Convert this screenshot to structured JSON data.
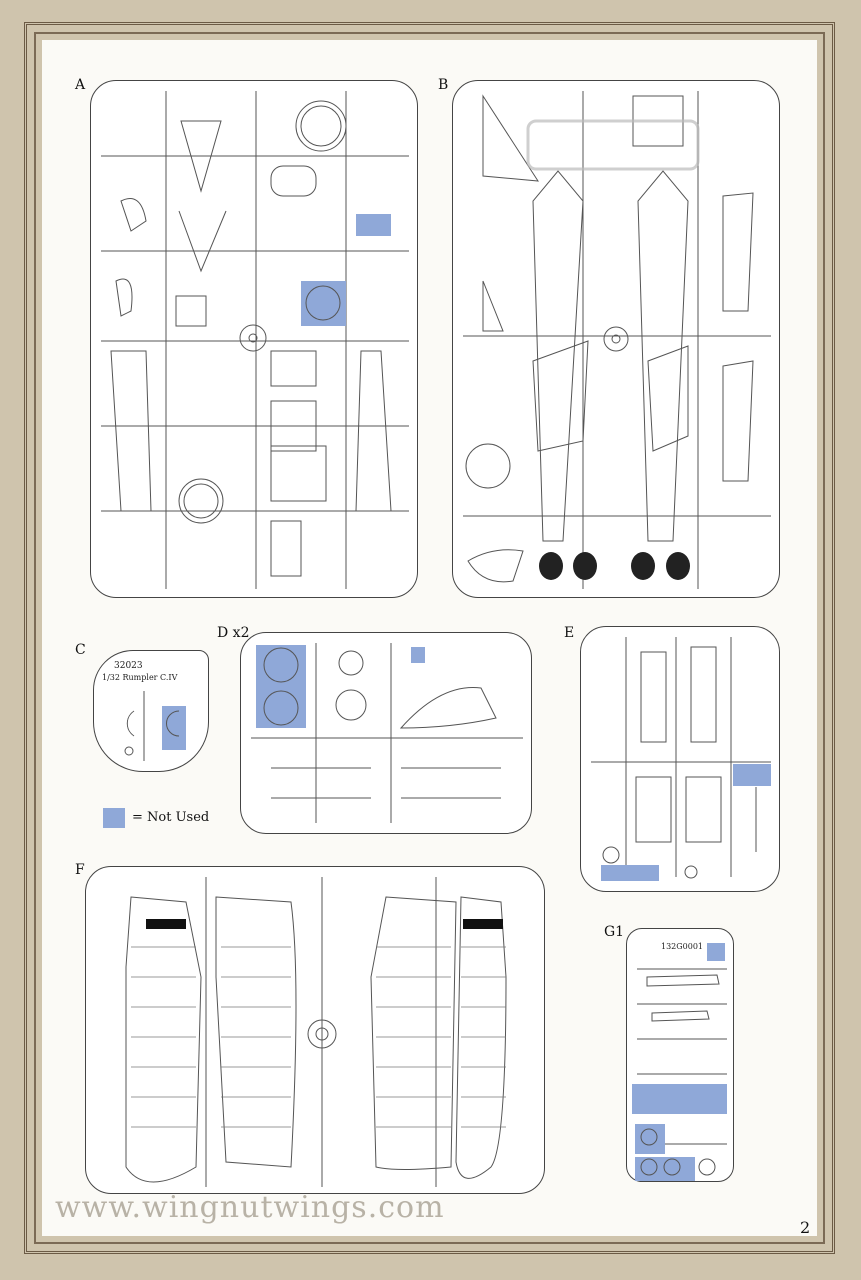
{
  "frames": {
    "A": {
      "label": "A"
    },
    "B": {
      "label": "B"
    },
    "C": {
      "label": "C",
      "code": "32023",
      "subtitle": "1/32 Rumpler C.IV"
    },
    "D": {
      "label": "D x2"
    },
    "E": {
      "label": "E"
    },
    "F": {
      "label": "F"
    },
    "G1": {
      "label": "G1",
      "code": "132G0001"
    }
  },
  "legend": {
    "text": "= Not Used",
    "color": "#8fa8d8"
  },
  "footer": {
    "url": "www.wingnutwings.com",
    "page_number": "2"
  },
  "colors": {
    "page": "#fbfaf6",
    "border": "#6b5a45",
    "not_used": "#8fa8d8"
  }
}
